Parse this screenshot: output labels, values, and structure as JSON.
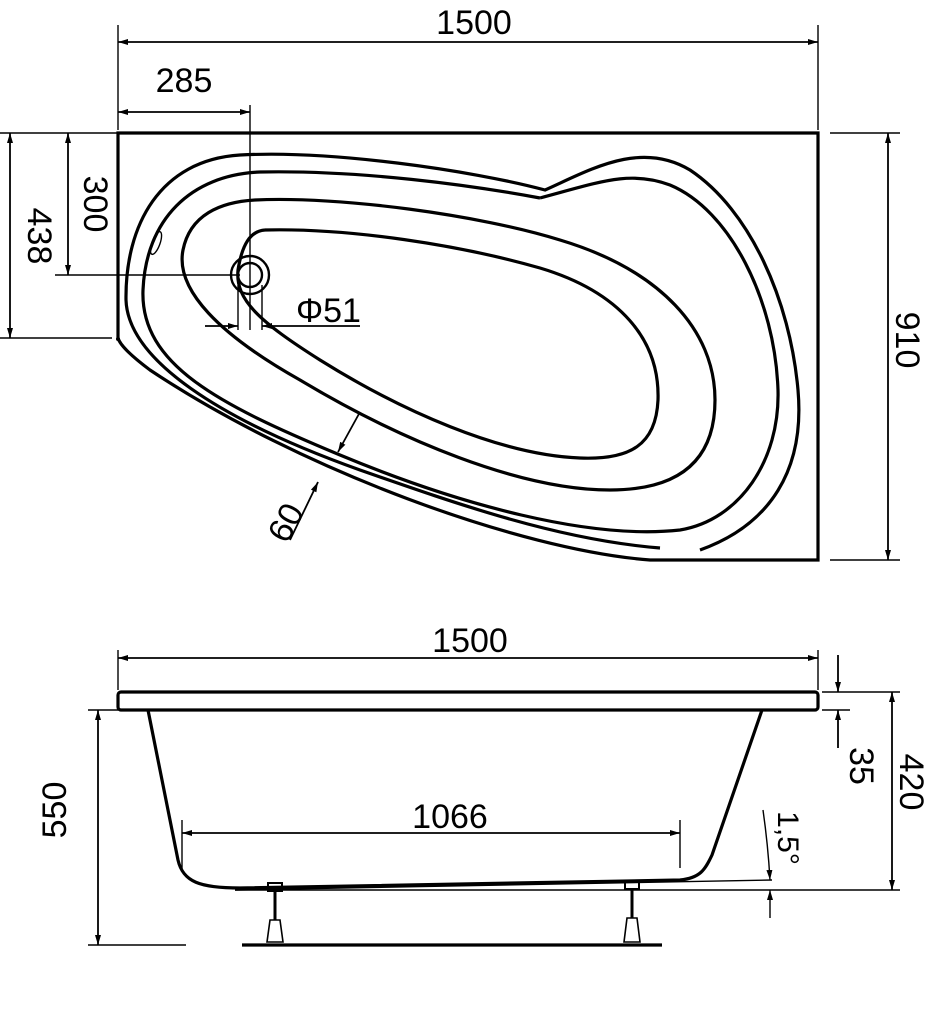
{
  "top_view": {
    "overall_length": "1500",
    "drain_offset_x": "285",
    "drain_offset_y": "300",
    "rim_depth_left": "438",
    "drain_diameter": "Φ51",
    "rim_width": "60",
    "overall_width": "910"
  },
  "side_view": {
    "overall_length": "1500",
    "bottom_length": "1066",
    "total_height": "550",
    "rim_thickness": "35",
    "tub_depth": "420",
    "slope_angle": "1,5°"
  }
}
